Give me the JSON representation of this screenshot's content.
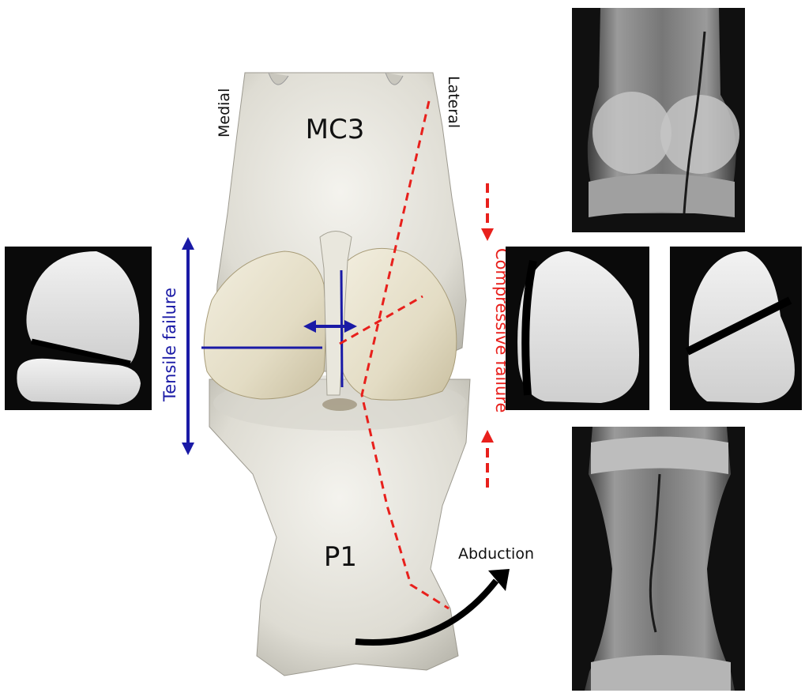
{
  "labels": {
    "mc3": "MC3",
    "p1": "P1",
    "medial": "Medial",
    "lateral": "Lateral",
    "tensile_failure": "Tensile failure",
    "compressive_failure": "Compressive failure",
    "abduction": "Abduction"
  },
  "colors": {
    "tensile": "#1a1aa6",
    "compressive": "#e8201c",
    "abduction_arrow": "#000000",
    "bone": "#e6e4dc",
    "xray_background": "#0a0a0a"
  },
  "panels": {
    "left": "xray-sesamoid-transverse-fracture",
    "top_right": "xray-mc3-condylar-fracture",
    "middle_right_1": "xray-sesamoid-axial-fracture",
    "middle_right_2": "xray-sesamoid-oblique-fracture",
    "bottom_right": "xray-p1-sagittal-fracture"
  }
}
